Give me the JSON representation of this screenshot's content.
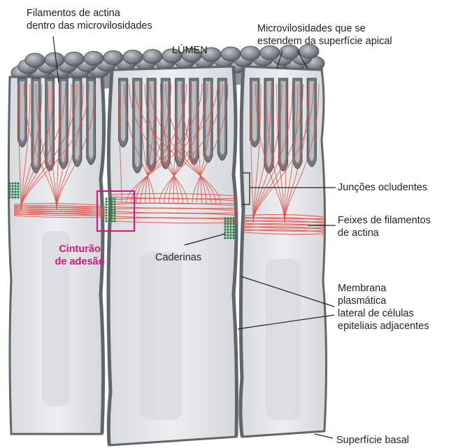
{
  "labels": {
    "actin_filaments_line1": "Filamentos de actina",
    "actin_filaments_line2": "dentro das microvilosidades",
    "lumen": "LÚMEN",
    "microvilli_line1": "Microvilosidades que se",
    "microvilli_line2": "estendem da superfície apical",
    "tight_junctions": "Junções ocludentes",
    "actin_bundles_line1": "Feixes de filamentos",
    "actin_bundles_line2": "de actina",
    "adhesion_belt_line1": "Cinturão",
    "adhesion_belt_line2": "de adesão",
    "cadherins": "Caderinas",
    "membrane_line1": "Membrana",
    "membrane_line2": "plasmática",
    "membrane_line3": "lateral de células",
    "membrane_line4": "epiteliais adjacentes",
    "basal_surface": "Superfície basal"
  },
  "colors": {
    "cell_fill": "#e7e9eb",
    "membrane": "#5f666c",
    "microvilli": "#727a80",
    "actin": "#e0524a",
    "cadherin": "#2f7d4a",
    "highlight": "#e0117f"
  }
}
